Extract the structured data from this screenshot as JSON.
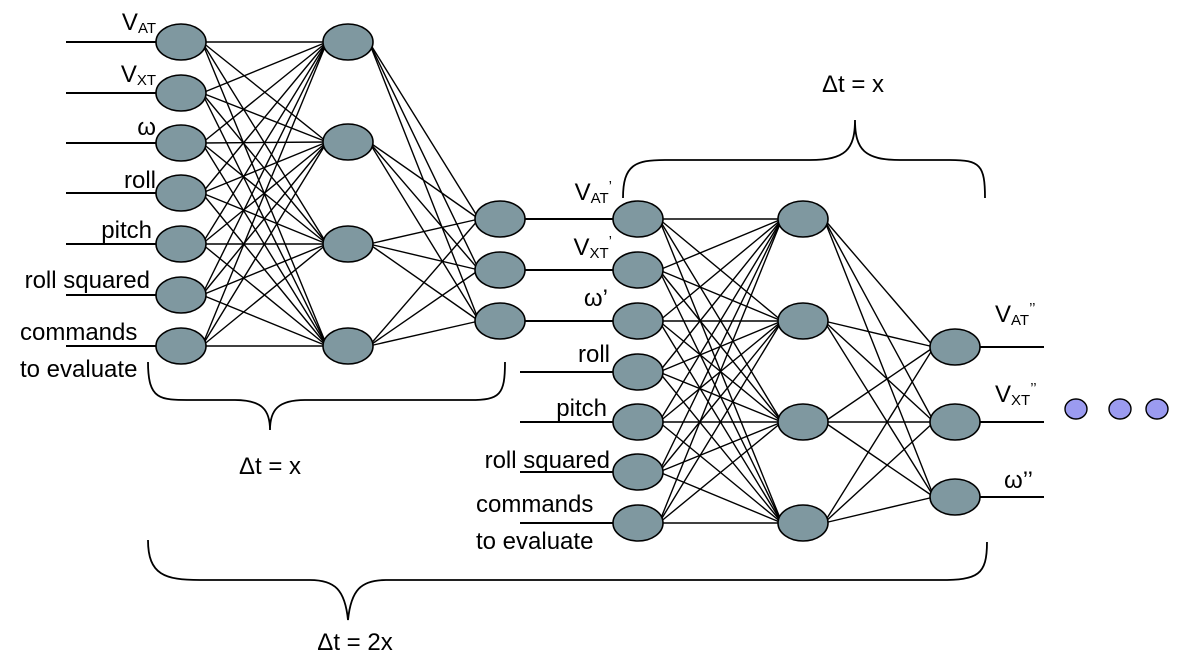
{
  "diagram": {
    "network1": {
      "inputs": [
        {
          "main": "V",
          "sub": "AT",
          "sup": ""
        },
        {
          "main": "V",
          "sub": "XT",
          "sup": ""
        },
        {
          "main": "ω",
          "sub": "",
          "sup": ""
        },
        {
          "main": "roll",
          "sub": "",
          "sup": ""
        },
        {
          "main": "pitch",
          "sub": "",
          "sup": ""
        },
        {
          "main": "roll squared",
          "sub": "",
          "sup": ""
        },
        {
          "main": "commands",
          "line2": "to evaluate",
          "sub": "",
          "sup": ""
        }
      ],
      "brace_label": "Δt = x"
    },
    "network2": {
      "inputs": [
        {
          "main": "V",
          "sub": "AT",
          "sup": "’"
        },
        {
          "main": "V",
          "sub": "XT",
          "sup": "’"
        },
        {
          "main": "ω’",
          "sub": "",
          "sup": ""
        },
        {
          "main": "roll",
          "sub": "",
          "sup": ""
        },
        {
          "main": "pitch",
          "sub": "",
          "sup": ""
        },
        {
          "main": "roll squared",
          "sub": "",
          "sup": ""
        },
        {
          "main": "commands",
          "line2": "to evaluate",
          "sub": "",
          "sup": ""
        }
      ],
      "outputs": [
        {
          "main": "V",
          "sub": "AT",
          "sup": "’’"
        },
        {
          "main": "V",
          "sub": "XT",
          "sup": "’’"
        },
        {
          "main": "ω’’",
          "sub": "",
          "sup": ""
        }
      ],
      "brace_label": "Δt = x"
    },
    "total_brace_label": "Δt = 2x",
    "continuation_dots": 3,
    "colors": {
      "node": "#7f98a0",
      "dots": "#9b9bf0",
      "lines": "#000000"
    }
  }
}
